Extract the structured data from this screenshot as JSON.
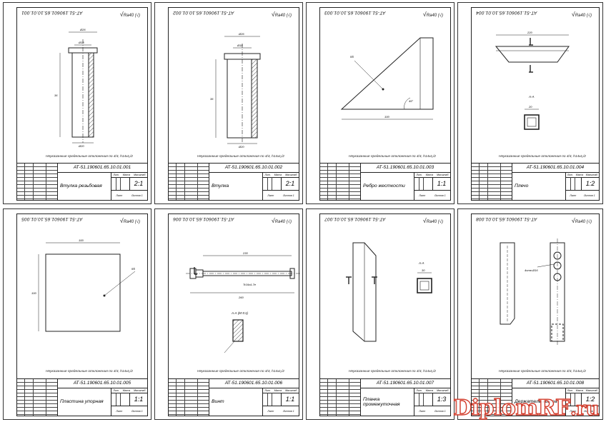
{
  "sheets": [
    {
      "code_top": "АТ-51.190601.65.10.01.001",
      "rough": "Ra40 (√)",
      "note": "Неуказанные предельные отклонения по 4/4, h14±t₂/2",
      "code": "АТ-51.190601.65.10.01.001",
      "name": "Втулка резьбовая",
      "scale": "2:1",
      "dims": {
        "a": "Ø26",
        "b": "Ø18",
        "c": "36",
        "d": "Ø20"
      }
    },
    {
      "code_top": "АТ-51.190601.65.10.01.002",
      "rough": "Ra40 (√)",
      "note": "Неуказанные предельные отклонения по 4/4, h14±t₂/2",
      "code": "АТ-51.190601.65.10.01.002",
      "name": "Втулка",
      "scale": "2:1",
      "dims": {
        "a": "Ø26",
        "b": "Ø18",
        "c": "36",
        "d": "Ø20"
      }
    },
    {
      "code_top": "АТ-51.190601.65.10.01.003",
      "rough": "Ra40 (√)",
      "note": "Неуказанные предельные отклонения по 4/4, h14±t₂/2",
      "code": "АТ-51.190601.65.10.01.003",
      "name": "Ребро жесткости",
      "scale": "1:1",
      "dims": {
        "a": "s5",
        "b": "100",
        "c": "45°"
      }
    },
    {
      "code_top": "АТ-51.190601.65.10.01.004",
      "rough": "Ra40 (√)",
      "note": "Неуказанные предельные отклонения по 4/4, h14±t₂/2",
      "code": "АТ-51.190601.65.10.01.004",
      "name": "Плечо",
      "scale": "1:2",
      "dims": {
        "a": "220",
        "b": "А-А",
        "c": "20"
      }
    },
    {
      "code_top": "АТ-51.190601.65.10.01.005",
      "rough": "Ra40 (√)",
      "note": "Неуказанные предельные отклонения по 4/4, h14±t₂/2",
      "code": "АТ-51.190601.65.10.01.005",
      "name": "Пластина упорная",
      "scale": "1:1",
      "dims": {
        "a": "100",
        "b": "s5",
        "c": "100"
      }
    },
    {
      "code_top": "АТ-51.190601.65.10.01.006",
      "rough": "Ra40 (√)",
      "note": "Неуказанные предельные отклонения по 4/4, h14±t₂/2",
      "code": "АТ-51.190601.65.10.01.006",
      "name": "Винт",
      "scale": "1:1",
      "dims": {
        "a": "230",
        "b": "Tr16x4-7e",
        "c": "260",
        "d": "А-А (М 5:1)"
      }
    },
    {
      "code_top": "АТ-51.190601.65.10.01.007",
      "rough": "Ra40 (√)",
      "note": "Неуказанные предельные отклонения по 4/4, h14±t₂/2",
      "code": "АТ-51.190601.65.10.01.007",
      "name": "Планка промежуточная",
      "scale": "1:3",
      "dims": {
        "a": "А-А",
        "b": "30"
      }
    },
    {
      "code_top": "АТ-51.190601.65.10.01.008",
      "rough": "Ra40 (√)",
      "note": "Неуказанные предельные отклонения по 4/4, h14±t₂/2",
      "code": "АТ-51.190601.65.10.01.008",
      "name": "Держатель винта",
      "scale": "1:2",
      "dims": {
        "a": "4отв.Ø16"
      }
    }
  ],
  "titleblock": {
    "hdr_lit": "Лит.",
    "hdr_mass": "Масса",
    "hdr_scale": "Масштаб",
    "sheet": "Лист",
    "sheets": "Листов 1"
  },
  "watermark": {
    "main": "Diplom",
    "accent": "RF",
    "suffix": ".ru"
  },
  "colors": {
    "line": "#222222",
    "watermark_red": "#d23b2a"
  }
}
